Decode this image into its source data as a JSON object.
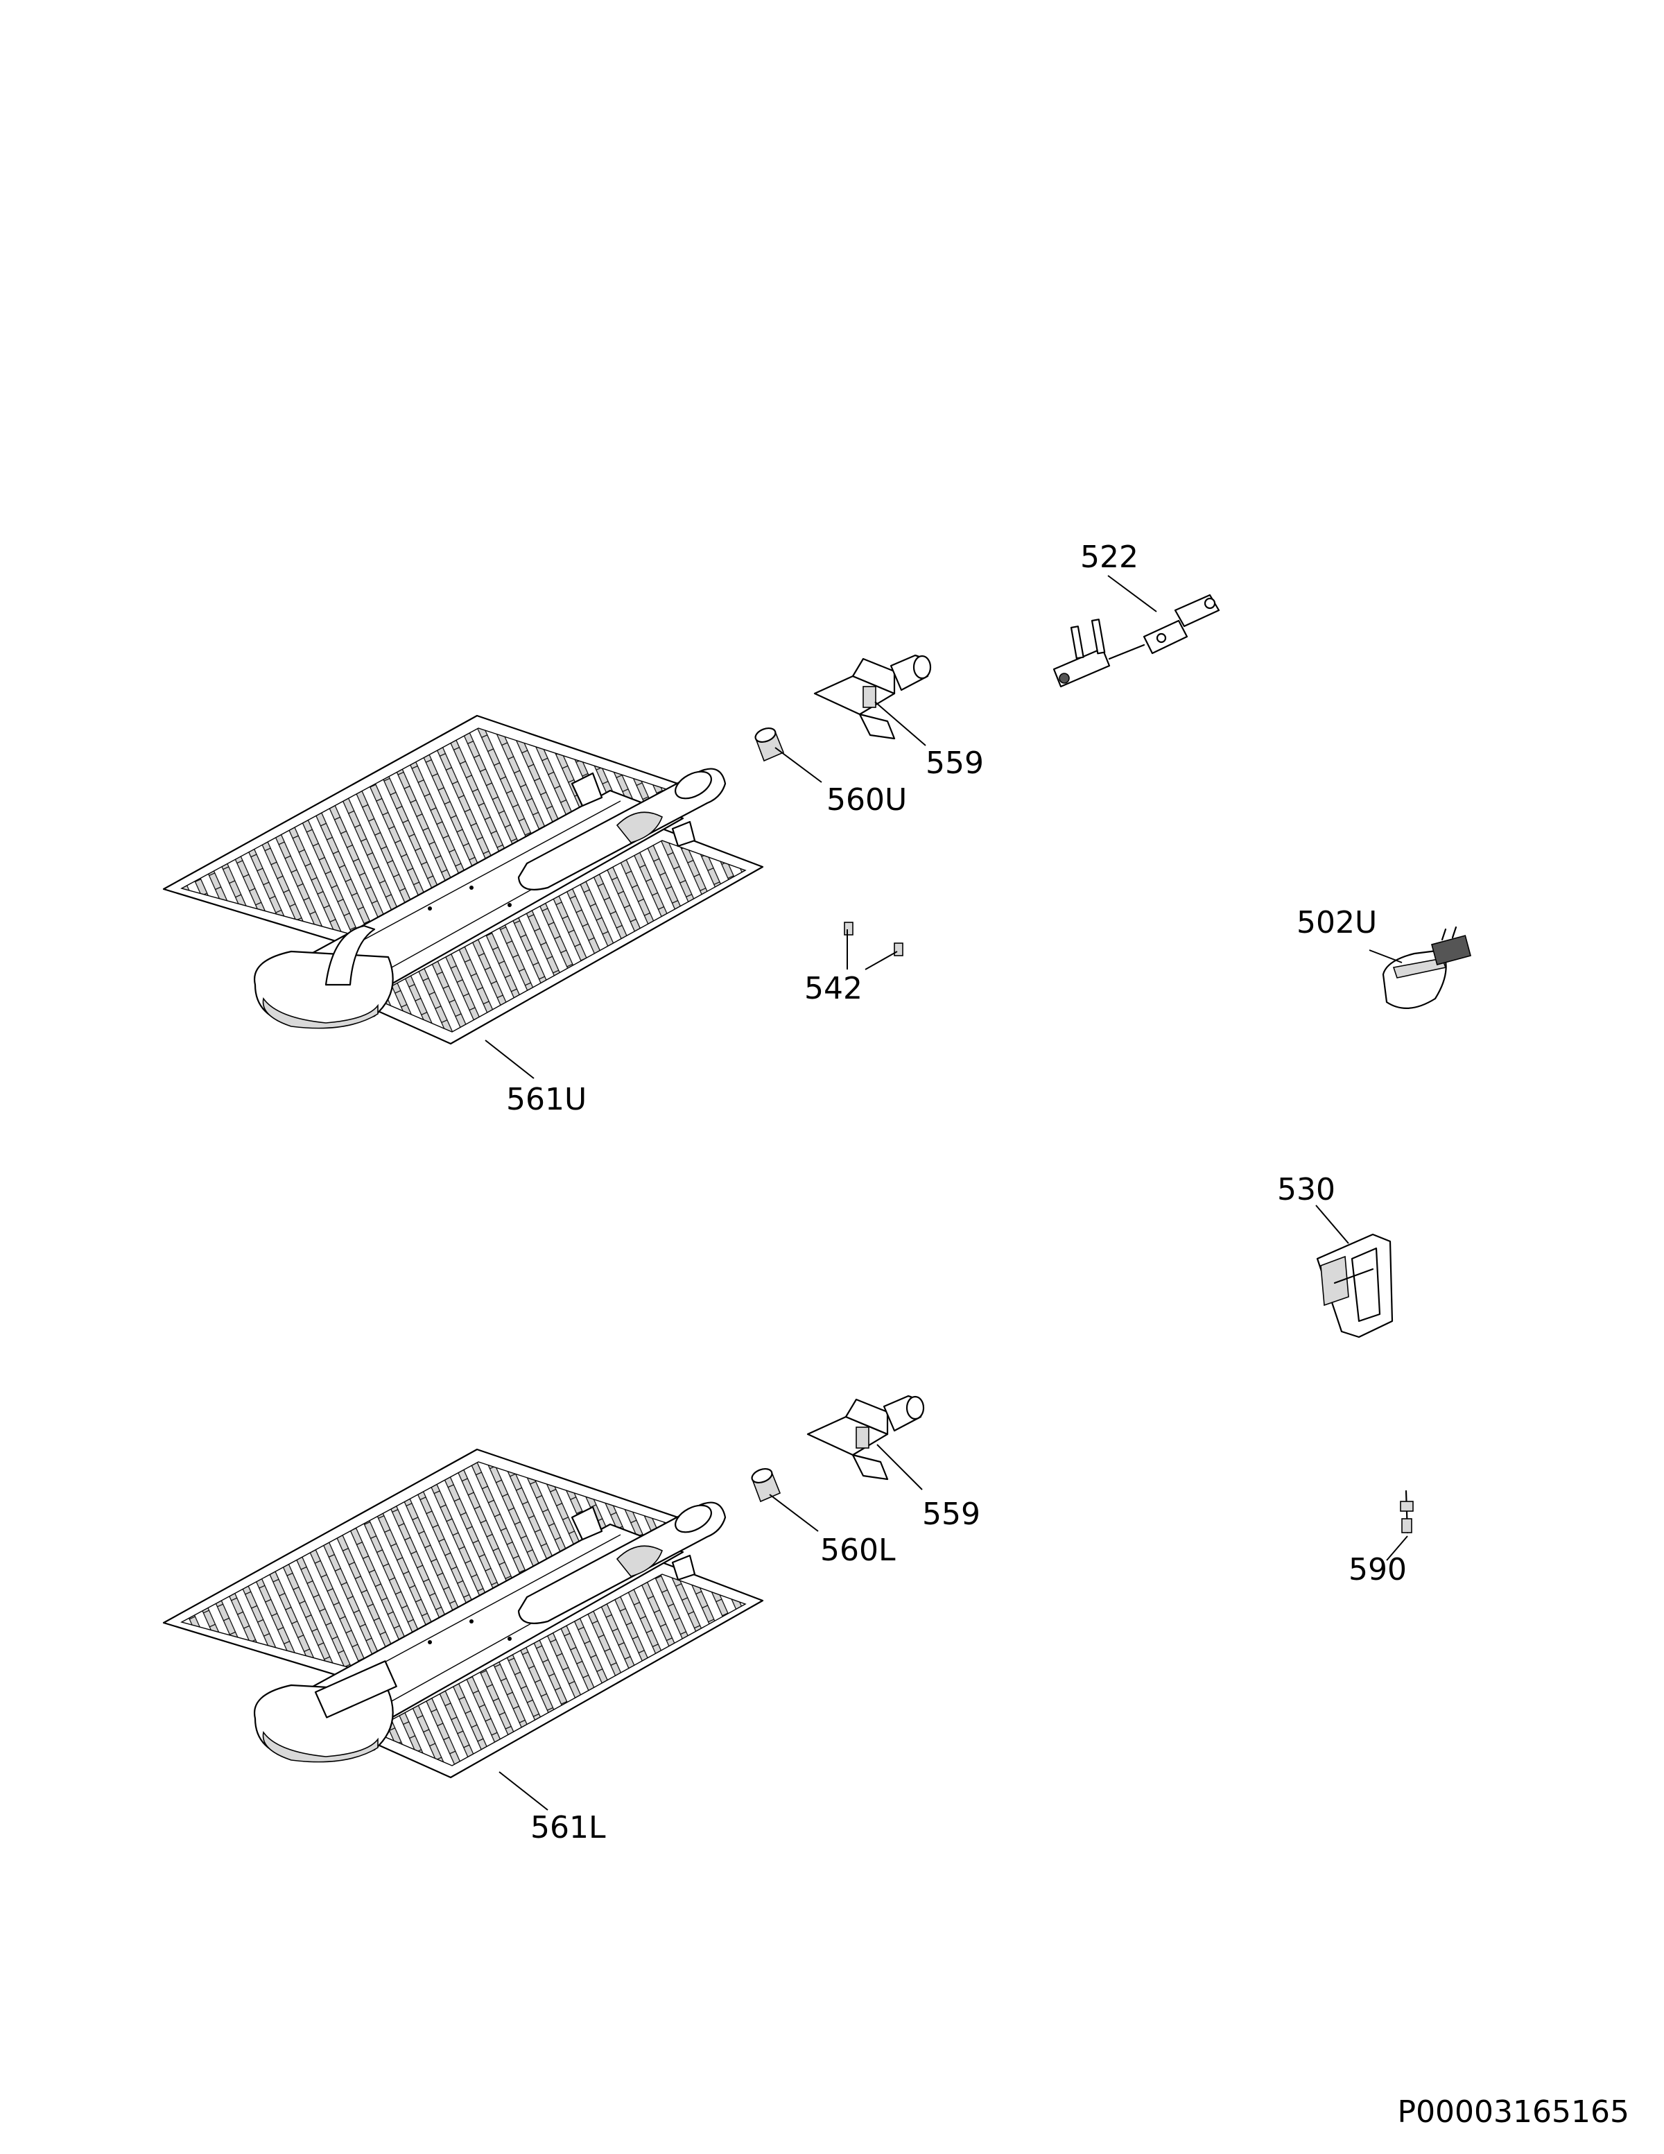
{
  "labels": {
    "p522": "522",
    "p559_upper": "559",
    "p560U": "560U",
    "p502U": "502U",
    "p542": "542",
    "p561U": "561U",
    "p530": "530",
    "p559_lower": "559",
    "p560L": "560L",
    "p590": "590",
    "p561L": "561L"
  },
  "footer": {
    "code": "P00003165165"
  }
}
